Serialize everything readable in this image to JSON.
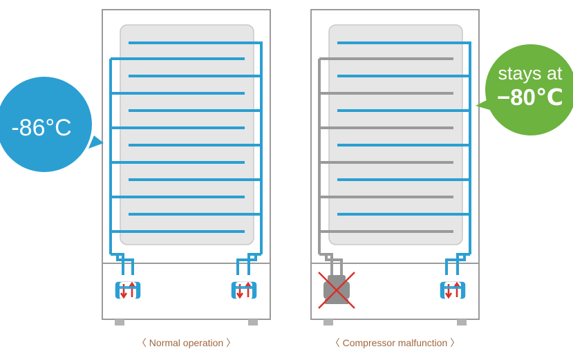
{
  "panels": [
    {
      "id": "normal",
      "caption": "〈 Normal operation 〉",
      "bubble_text": "-86°C",
      "bubble_color": "#2b9fd2",
      "shelf_colors": [
        "#2b9fd2",
        "#2b9fd2",
        "#2b9fd2",
        "#2b9fd2",
        "#2b9fd2",
        "#2b9fd2",
        "#2b9fd2",
        "#2b9fd2",
        "#2b9fd2",
        "#2b9fd2",
        "#2b9fd2",
        "#2b9fd2"
      ],
      "left_circuit_color": "#2b9fd2",
      "right_circuit_color": "#2b9fd2",
      "compressors": [
        {
          "state": "running",
          "icon": "compressor-running-icon"
        },
        {
          "state": "running",
          "icon": "compressor-running-icon"
        }
      ]
    },
    {
      "id": "malfunction",
      "caption": "〈 Compressor malfunction 〉",
      "bubble_lines": [
        "stays at",
        "−80℃"
      ],
      "bubble_color": "#6db33f",
      "shelf_colors": [
        "#2b9fd2",
        "#9a9a9a",
        "#2b9fd2",
        "#9a9a9a",
        "#2b9fd2",
        "#9a9a9a",
        "#2b9fd2",
        "#9a9a9a",
        "#2b9fd2",
        "#9a9a9a",
        "#2b9fd2",
        "#9a9a9a"
      ],
      "left_circuit_color": "#9a9a9a",
      "right_circuit_color": "#2b9fd2",
      "compressors": [
        {
          "state": "failed",
          "icon": "compressor-failed-icon"
        },
        {
          "state": "running",
          "icon": "compressor-running-icon"
        }
      ]
    }
  ],
  "colors": {
    "cabinet_stroke": "#9a9a9a",
    "interior_fill": "#e6e6e6",
    "arrow_red": "#d9302a",
    "fail_gray": "#8f8f8f"
  }
}
